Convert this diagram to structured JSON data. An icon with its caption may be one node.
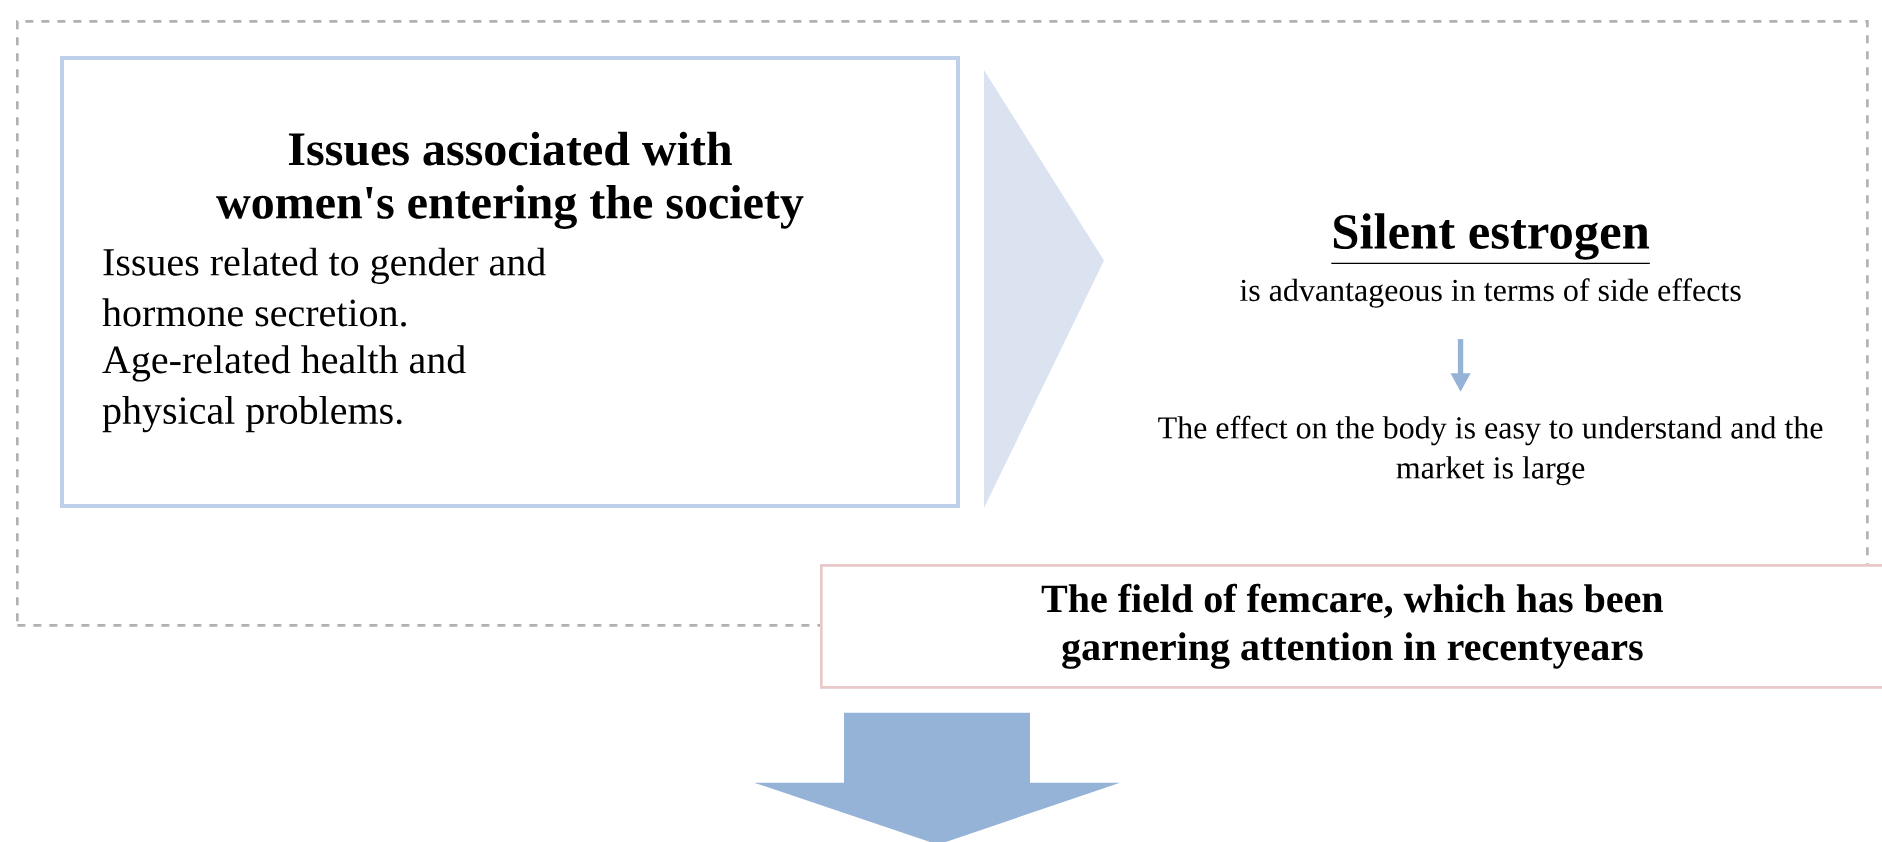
{
  "diagram": {
    "nodes": [
      {
        "text": [],
        "shape": "box"
      },
      {
        "text": [
          "Issues associated with women's entering the society",
          "Issues related to gender and hormone secretion.",
          "Age-related health and physical problems."
        ],
        "in": 0
      },
      {
        "text": [
          "Silent estrogen",
          "is advantageous in terms of side effects"
        ],
        "in": 0
      },
      {
        "text": [
          "The effect on the body is easy to understand and the market is large"
        ],
        "in": 0
      },
      {
        "text": [
          "The field of femcare, which has been garnering attention in recentyears"
        ]
      }
    ],
    "edges": [
      {
        "from": 1,
        "to": 2,
        "arrow": "to",
        "style": "thick",
        "color": "#dbe3f1"
      },
      {
        "from": 2,
        "to": 3,
        "arrow": "to",
        "color": "#95b3d7"
      },
      {
        "from": 4,
        "to": null,
        "arrow": "to",
        "style": "thick",
        "color": "#95b3d7"
      }
    ]
  }
}
